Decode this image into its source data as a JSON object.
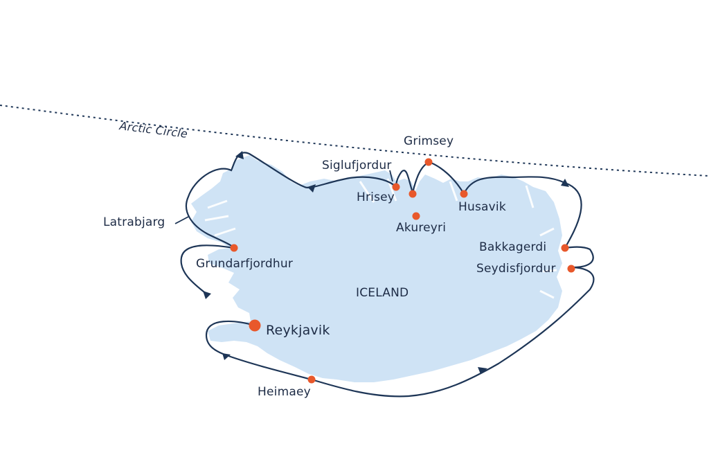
{
  "map": {
    "country_label": "ICELAND",
    "arctic_circle_label": "Arctic Circle",
    "colors": {
      "land": "#cfe3f5",
      "route": "#1d3556",
      "port": "#e8582b",
      "text": "#1d2b45",
      "arctic_line": "#1d3556"
    },
    "ports": [
      {
        "name": "Reykjavik",
        "main": true
      },
      {
        "name": "Grundarfjordhur"
      },
      {
        "name": "Latrabjarg",
        "waypoint": true
      },
      {
        "name": "Siglufjordur"
      },
      {
        "name": "Hrisey"
      },
      {
        "name": "Akureyri"
      },
      {
        "name": "Grimsey"
      },
      {
        "name": "Husavik"
      },
      {
        "name": "Bakkagerdi"
      },
      {
        "name": "Seydisfjordur"
      },
      {
        "name": "Heimaey"
      }
    ]
  }
}
